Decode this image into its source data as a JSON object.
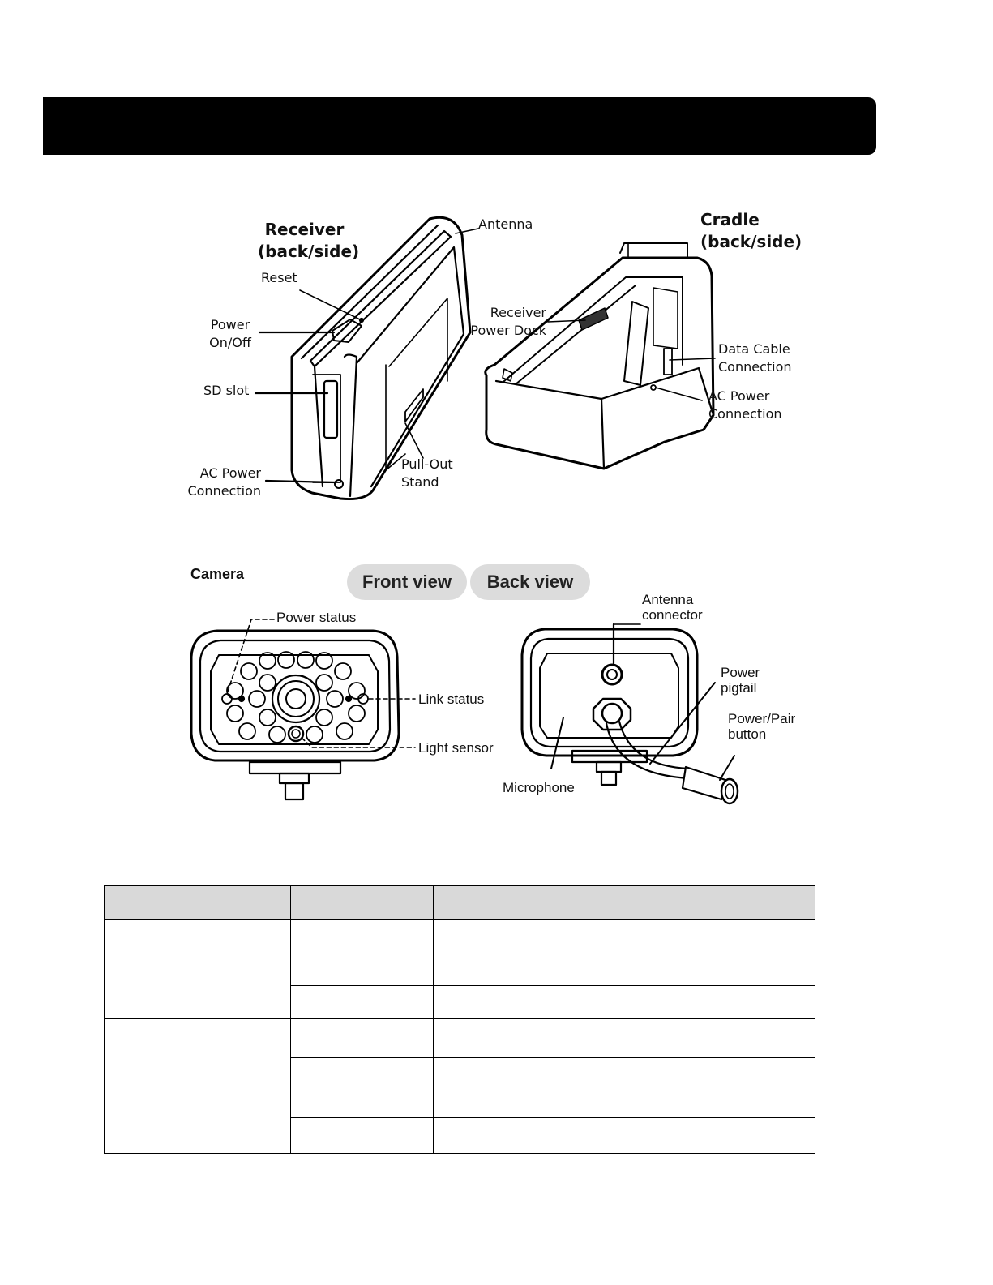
{
  "receiver": {
    "title": "Receiver",
    "subtitle": "(back/side)",
    "labels": {
      "antenna": "Antenna",
      "reset": "Reset",
      "power_line1": "Power",
      "power_line2": "On/Off",
      "sd_slot": "SD slot",
      "ac_line1": "AC Power",
      "ac_line2": "Connection",
      "stand_line1": "Pull-Out",
      "stand_line2": "Stand"
    }
  },
  "cradle": {
    "title": "Cradle",
    "subtitle": "(back/side)",
    "labels": {
      "dock_line1": "Receiver",
      "dock_line2": "Power Dock",
      "data_line1": "Data Cable",
      "data_line2": "Connection",
      "ac_line1": "AC Power",
      "ac_line2": "Connection"
    }
  },
  "camera": {
    "heading": "Camera",
    "front_tab": "Front view",
    "back_tab": "Back view",
    "front_labels": {
      "power_status": "Power status",
      "link_status": "Link status",
      "light_sensor": "Light sensor"
    },
    "back_labels": {
      "antenna_line1": "Antenna",
      "antenna_line2": "connector",
      "pigtail_line1": "Power",
      "pigtail_line2": "pigtail",
      "pair_line1": "Power/Pair",
      "pair_line2": "button",
      "microphone": "Microphone"
    }
  }
}
